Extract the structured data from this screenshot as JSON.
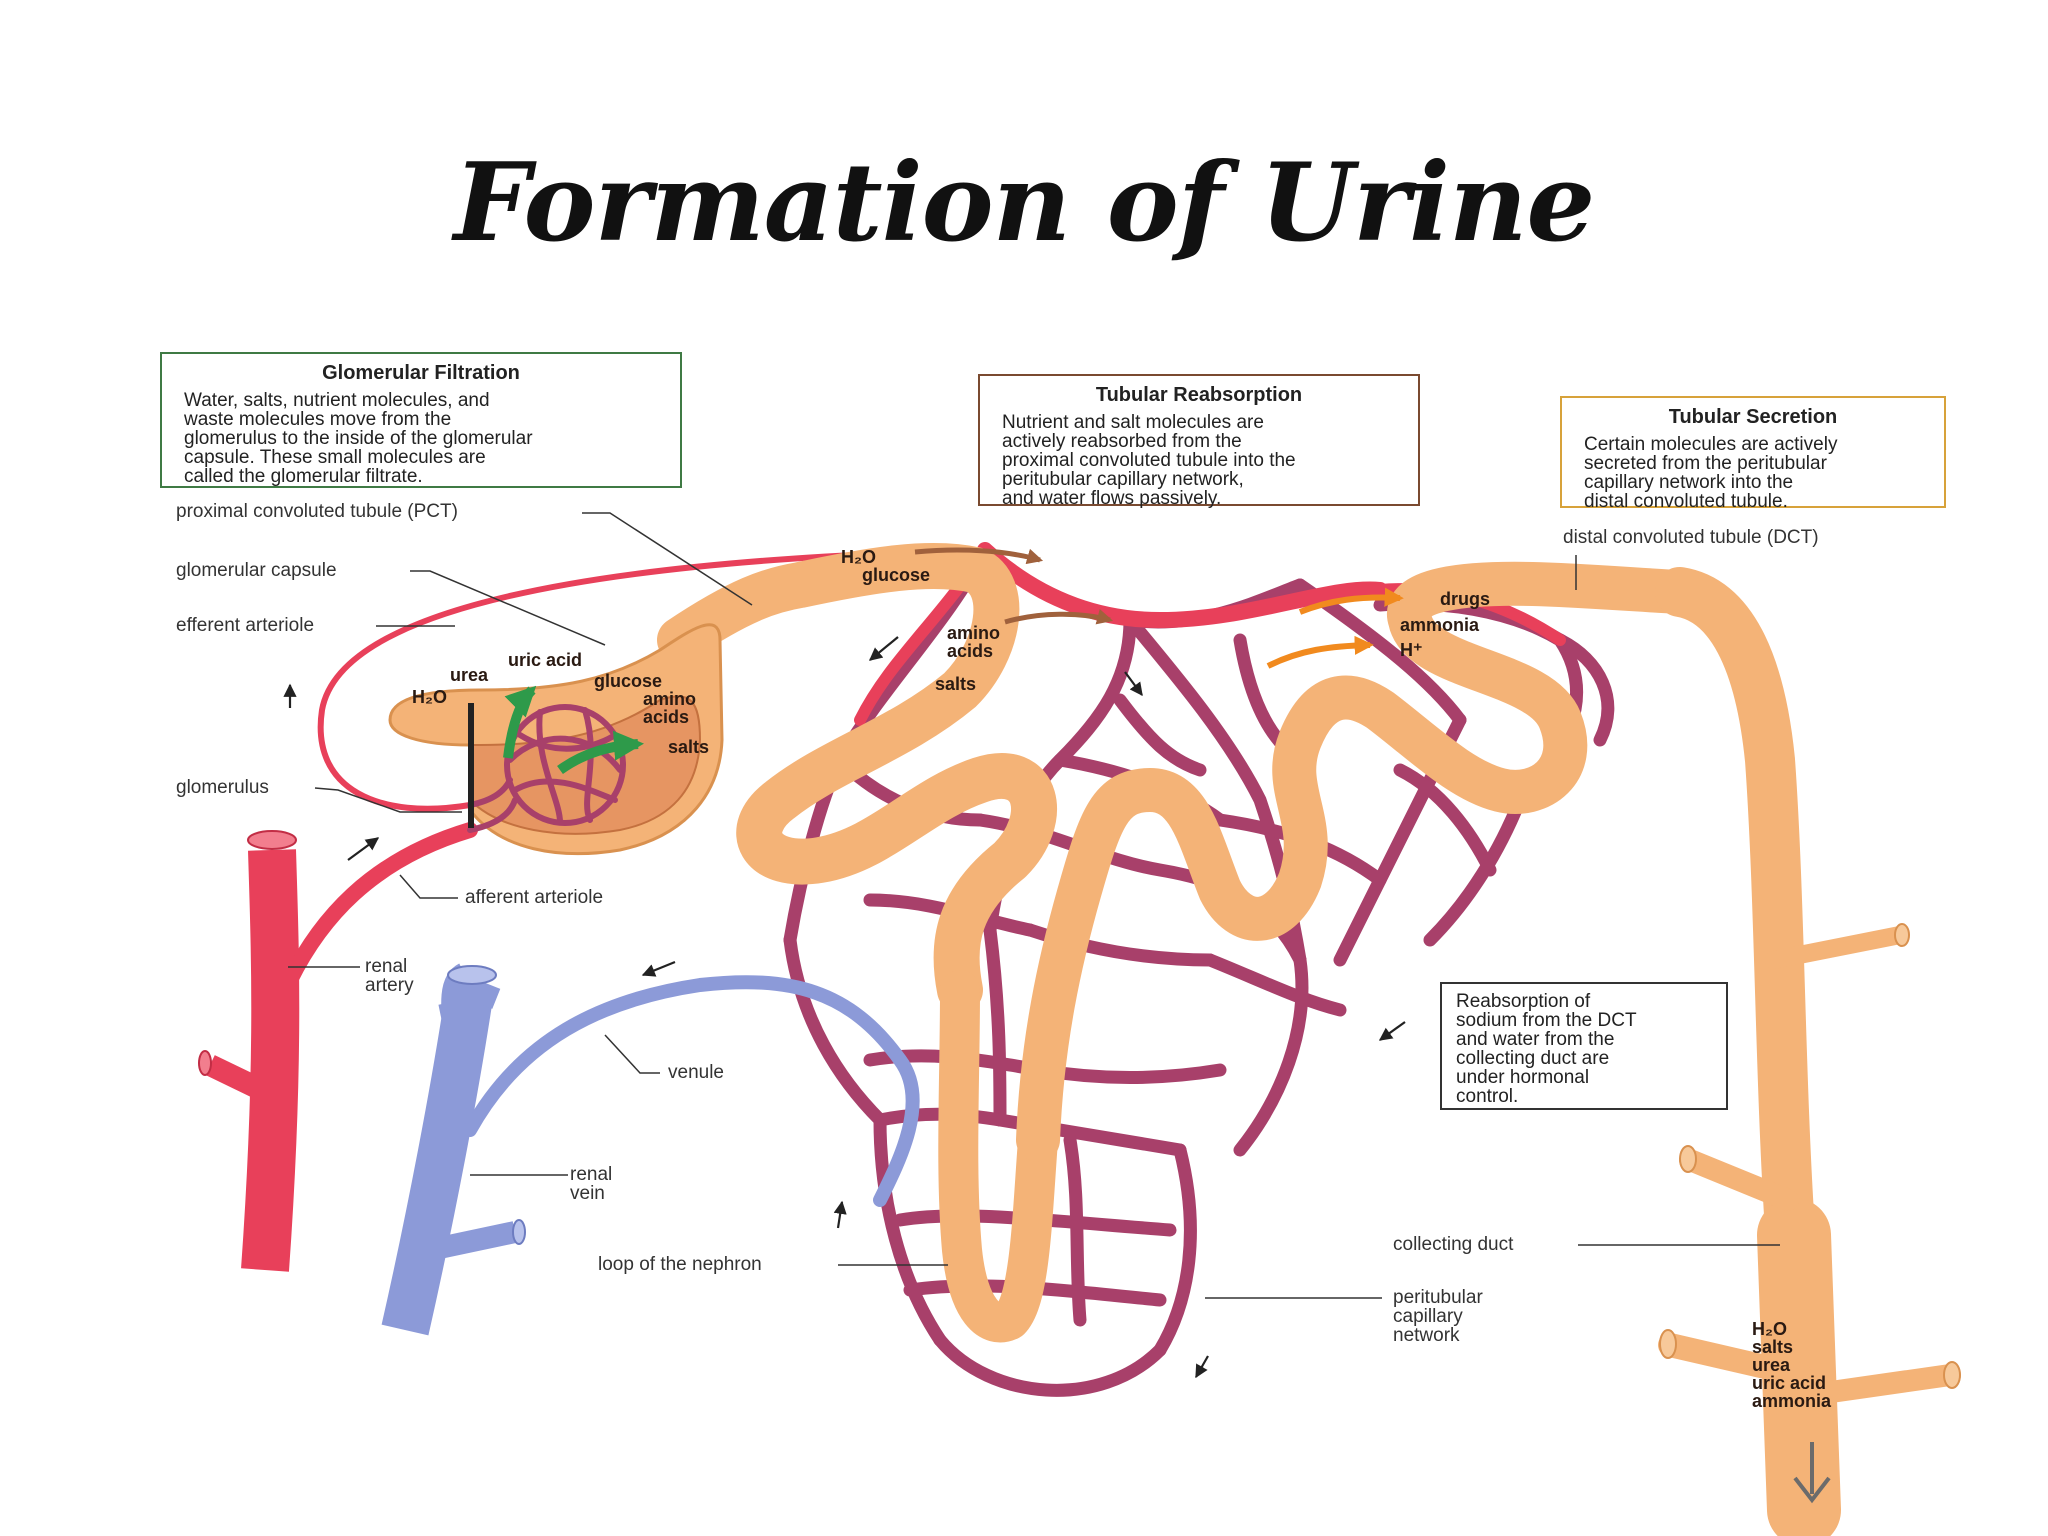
{
  "title": "Formation of Urine",
  "boxes": {
    "glomerular_filtration": {
      "heading": "Glomerular Filtration",
      "lines": [
        "Water, salts, nutrient molecules, and",
        "waste molecules move from the",
        "glomerulus to the inside of the glomerular",
        "capsule. These small molecules are",
        "called the glomerular filtrate."
      ]
    },
    "tubular_reabsorption": {
      "heading": "Tubular Reabsorption",
      "lines": [
        "Nutrient and salt molecules are",
        "actively reabsorbed from the",
        "proximal convoluted tubule into the",
        "peritubular capillary network,",
        "and water flows passively."
      ]
    },
    "tubular_secretion": {
      "heading": "Tubular Secretion",
      "lines": [
        "Certain molecules are actively",
        "secreted from the peritubular",
        "capillary network into the",
        "distal convoluted tubule."
      ]
    },
    "reabsorption_dct": {
      "lines": [
        "Reabsorption of",
        "sodium from the DCT",
        "and water from the",
        "collecting duct are",
        "under hormonal",
        "control."
      ]
    }
  },
  "labels": {
    "pct": "proximal convoluted tubule (PCT)",
    "glomerular_capsule": "glomerular capsule",
    "efferent_arteriole": "efferent arteriole",
    "glomerulus": "glomerulus",
    "afferent_arteriole": "afferent arteriole",
    "renal_artery": [
      "renal",
      "artery"
    ],
    "venule": "venule",
    "renal_vein": [
      "renal",
      "vein"
    ],
    "loop_of_nephron": "loop of the nephron",
    "dct": "distal convoluted tubule (DCT)",
    "collecting_duct": "collecting duct",
    "peritubular_network": [
      "peritubular",
      "capillary",
      "network"
    ]
  },
  "substances": {
    "filtrate_urea": "urea",
    "filtrate_uric_acid": "uric acid",
    "filtrate_h2o": "H₂O",
    "filtrate_glucose": "glucose",
    "filtrate_amino": [
      "amino",
      "acids"
    ],
    "filtrate_salts": "salts",
    "pct_h2o": "H₂O",
    "pct_glucose": "glucose",
    "pct_amino": [
      "amino",
      "acids"
    ],
    "pct_salts": "salts",
    "secretion_drugs": "drugs",
    "secretion_ammonia": "ammonia",
    "secretion_h": "H⁺",
    "urine": [
      "H₂O",
      "salts",
      "urea",
      "uric acid",
      "ammonia"
    ]
  },
  "colors": {
    "artery_red": "#e8405a",
    "vein_blue": "#8c9ad8",
    "capillary_purple": "#a8406a",
    "tubule_orange": "#f4b377",
    "filtration_arrow_green": "#2e9a4a",
    "reabsorption_arrow_brown": "#a0613c",
    "secretion_arrow_orange": "#f18a1e"
  }
}
